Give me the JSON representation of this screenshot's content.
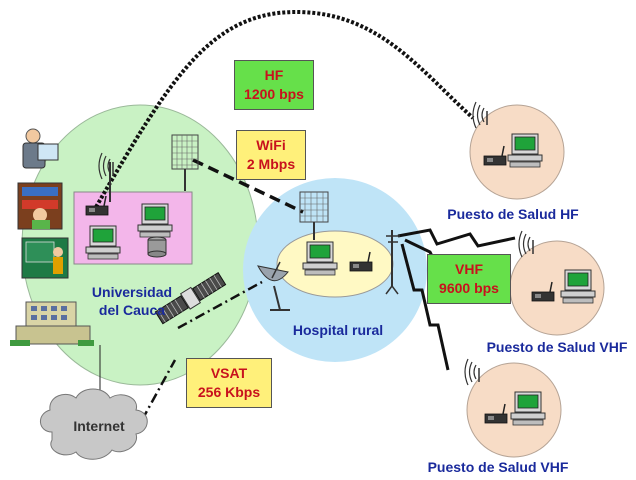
{
  "nodes": {
    "university": "Universidad del Cauca",
    "hospital": "Hospital rural",
    "internet": "Internet",
    "health_post_hf": "Puesto de Salud HF",
    "health_post_vhf_1": "Puesto de Salud VHF",
    "health_post_vhf_2": "Puesto de Salud VHF"
  },
  "links": {
    "hf": {
      "name": "HF",
      "rate": "1200 bps",
      "color": "#66e04a"
    },
    "wifi": {
      "name": "WiFi",
      "rate": "2 Mbps",
      "color": "#fff07a"
    },
    "vhf": {
      "name": "VHF",
      "rate": "9600 bps",
      "color": "#66e04a"
    },
    "vsat": {
      "name": "VSAT",
      "rate": "256 Kbps",
      "color": "#fff07a"
    }
  },
  "colors": {
    "university_area": "#c9f2c4",
    "hospital_area": "#bfe4f7",
    "health_post": "#f7dcc6",
    "label_text": "#1a2a9c",
    "link_label_text": "#c8111d"
  },
  "icons": [
    "teacher-icon",
    "library-icon",
    "classroom-icon",
    "building-icon",
    "computer-icon",
    "radio-icon",
    "antenna-icon",
    "grid-antenna-icon",
    "satellite-icon",
    "satellite-dish-icon",
    "cloud-icon",
    "signal-waves-icon"
  ]
}
